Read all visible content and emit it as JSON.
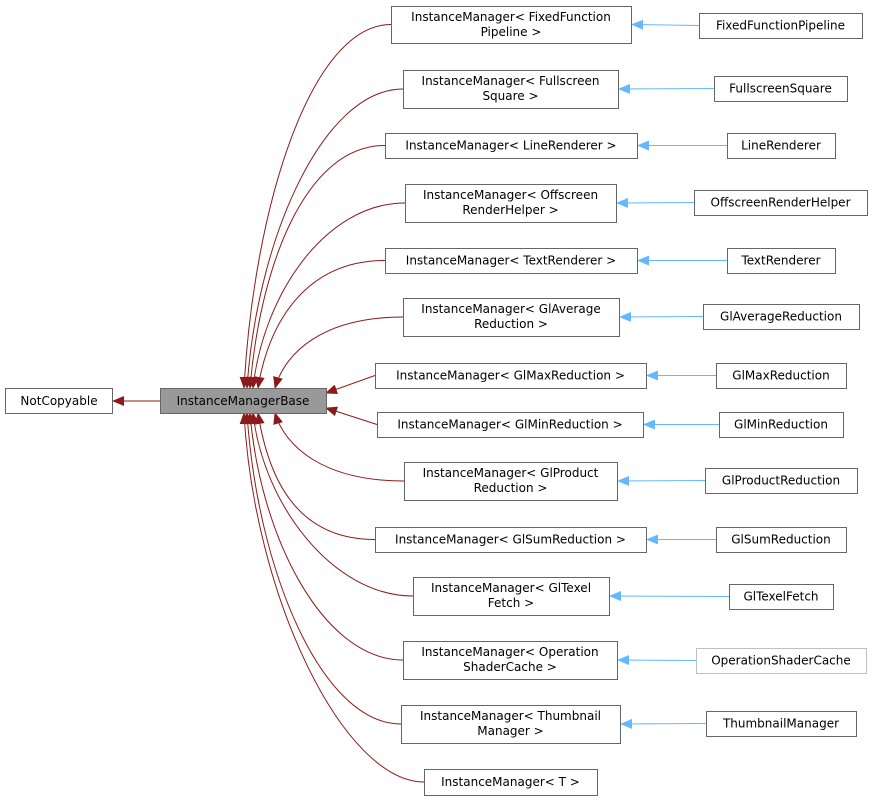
{
  "root": {
    "label": "NotCopyable"
  },
  "base": {
    "label": "InstanceManagerBase"
  },
  "managers": [
    {
      "lines": [
        "InstanceManager< FixedFunction",
        "Pipeline >"
      ],
      "derived": "FixedFunctionPipeline"
    },
    {
      "lines": [
        "InstanceManager< Fullscreen",
        "Square >"
      ],
      "derived": "FullscreenSquare"
    },
    {
      "lines": [
        "InstanceManager< LineRenderer >"
      ],
      "derived": "LineRenderer"
    },
    {
      "lines": [
        "InstanceManager< Offscreen",
        "RenderHelper >"
      ],
      "derived": "OffscreenRenderHelper"
    },
    {
      "lines": [
        "InstanceManager< TextRenderer >"
      ],
      "derived": "TextRenderer"
    },
    {
      "lines": [
        "InstanceManager< GlAverage",
        "Reduction >"
      ],
      "derived": "GlAverageReduction"
    },
    {
      "lines": [
        "InstanceManager< GlMaxReduction >"
      ],
      "derived": "GlMaxReduction"
    },
    {
      "lines": [
        "InstanceManager< GlMinReduction >"
      ],
      "derived": "GlMinReduction"
    },
    {
      "lines": [
        "InstanceManager< GlProduct",
        "Reduction >"
      ],
      "derived": "GlProductReduction"
    },
    {
      "lines": [
        "InstanceManager< GlSumReduction >"
      ],
      "derived": "GlSumReduction"
    },
    {
      "lines": [
        "InstanceManager< GlTexel",
        "Fetch >"
      ],
      "derived": "GlTexelFetch"
    },
    {
      "lines": [
        "InstanceManager< Operation",
        "ShaderCache >"
      ],
      "derived": "OperationShaderCache"
    },
    {
      "lines": [
        "InstanceManager< Thumbnail",
        "Manager >"
      ],
      "derived": "ThumbnailManager"
    },
    {
      "lines": [
        "InstanceManager< T >"
      ],
      "derived": null
    }
  ],
  "colors": {
    "inherit_arrow": "#8b1a1a",
    "template_arrow": "#63b8ff",
    "base_fill": "#999999"
  }
}
